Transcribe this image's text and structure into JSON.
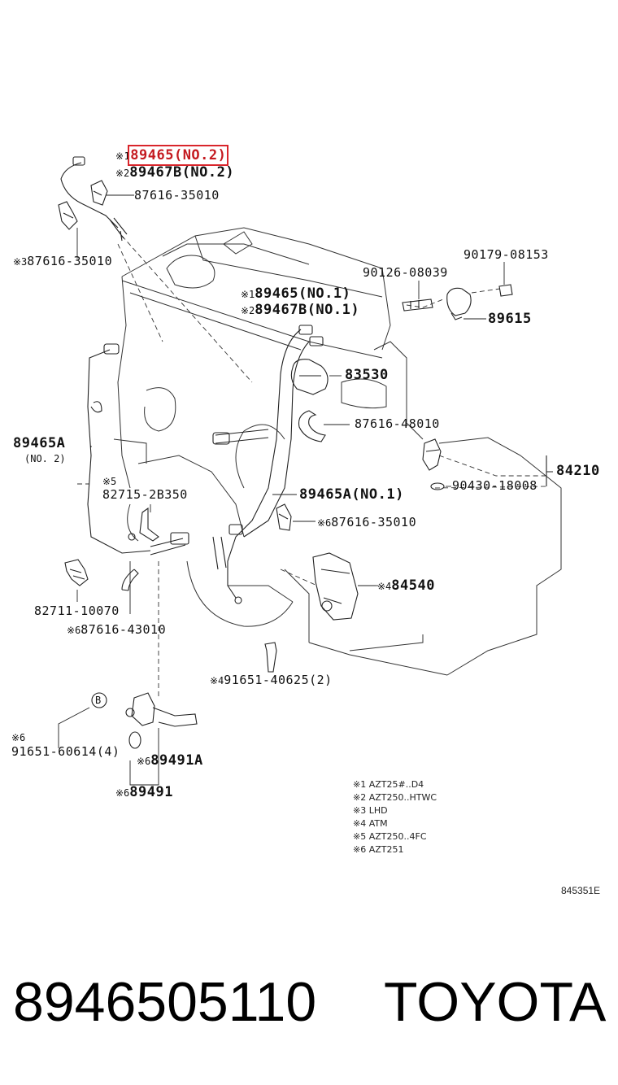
{
  "diagram": {
    "highlight_color": "#d9252b",
    "callouts": [
      {
        "id": "c1",
        "mark": "※1",
        "text": "89465(NO.2)"
      },
      {
        "id": "c2",
        "mark": "※2",
        "text": "89467B(NO.2)"
      },
      {
        "id": "c3",
        "mark": "",
        "text": "87616-35010"
      },
      {
        "id": "c4",
        "mark": "※3",
        "text": "87616-35010"
      },
      {
        "id": "c5",
        "mark": "",
        "text": "90179-08153"
      },
      {
        "id": "c6",
        "mark": "",
        "text": "90126-08039"
      },
      {
        "id": "c7",
        "mark": "※1",
        "text": "89465(NO.1)"
      },
      {
        "id": "c8",
        "mark": "※2",
        "text": "89467B(NO.1)"
      },
      {
        "id": "c9",
        "mark": "",
        "text": "89615"
      },
      {
        "id": "c10",
        "mark": "",
        "text": "83530"
      },
      {
        "id": "c11",
        "mark": "",
        "text": "87616-48010"
      },
      {
        "id": "c12",
        "mark": "",
        "text": "89465A"
      },
      {
        "id": "c13",
        "mark": "",
        "text": "(NO. 2)"
      },
      {
        "id": "c14",
        "mark": "",
        "text": "84210"
      },
      {
        "id": "c15",
        "mark": "",
        "text": "90430-18008"
      },
      {
        "id": "c16",
        "mark": "※5",
        "text": "82715-2B350"
      },
      {
        "id": "c17",
        "mark": "",
        "text": "89465A(NO.1)"
      },
      {
        "id": "c18",
        "mark": "※6",
        "text": "87616-35010"
      },
      {
        "id": "c19",
        "mark": "※4",
        "text": "84540"
      },
      {
        "id": "c20",
        "mark": "",
        "text": "82711-10070"
      },
      {
        "id": "c21",
        "mark": "※6",
        "text": "87616-43010"
      },
      {
        "id": "c22",
        "mark": "※4",
        "text": "91651-40625(2)"
      },
      {
        "id": "c23",
        "mark": "※6",
        "text": "91651-60614(4)"
      },
      {
        "id": "c24",
        "mark": "※6",
        "text": "89491A"
      },
      {
        "id": "c25",
        "mark": "※6",
        "text": "89491"
      }
    ],
    "circle_label": "B",
    "notes": [
      {
        "mark": "※1",
        "text": "AZT25#..D4"
      },
      {
        "mark": "※2",
        "text": "AZT250..HTWC"
      },
      {
        "mark": "※3",
        "text": "LHD"
      },
      {
        "mark": "※4",
        "text": "ATM"
      },
      {
        "mark": "※5",
        "text": "AZT250..4FC"
      },
      {
        "mark": "※6",
        "text": "AZT251"
      }
    ],
    "drawing_code": "845351E"
  },
  "footer": {
    "part_number": "8946505110",
    "brand": "TOYOTA"
  }
}
